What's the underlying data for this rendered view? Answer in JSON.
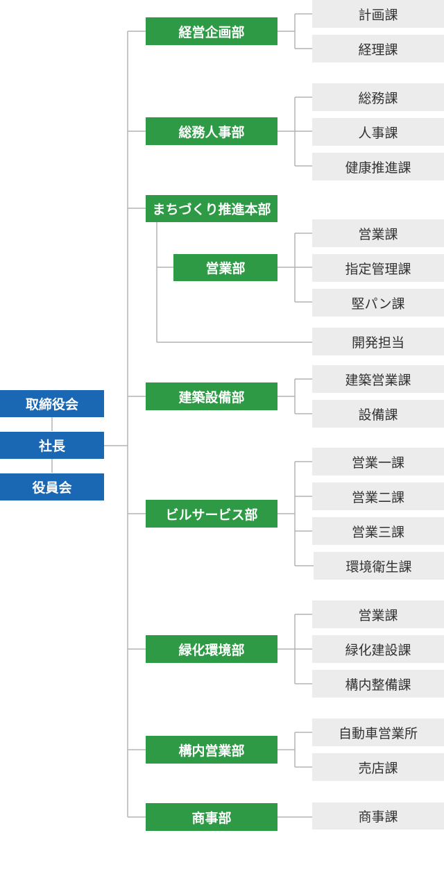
{
  "colors": {
    "executive": "#1a67b4",
    "department": "#2e9a46",
    "section": "#ececec",
    "line": "#b3b3b3"
  },
  "executive": {
    "board": "取締役会",
    "president": "社長",
    "officers": "役員会"
  },
  "departments": [
    {
      "name": "経営企画部",
      "sections": [
        "計画課",
        "経理課"
      ]
    },
    {
      "name": "総務人事部",
      "sections": [
        "総務課",
        "人事課",
        "健康推進課"
      ]
    },
    {
      "name": "まちづくり推進本部",
      "sub_department": {
        "name": "営業部",
        "sections": [
          "営業課",
          "指定管理課",
          "堅パン課"
        ]
      },
      "direct_section": "開発担当"
    },
    {
      "name": "建築設備部",
      "sections": [
        "建築営業課",
        "設備課"
      ]
    },
    {
      "name": "ビルサービス部",
      "sections": [
        "営業一課",
        "営業二課",
        "営業三課",
        "環境衛生課"
      ]
    },
    {
      "name": "緑化環境部",
      "sections": [
        "営業課",
        "緑化建設課",
        "構内整備課"
      ]
    },
    {
      "name": "構内営業部",
      "sections": [
        "自動車営業所",
        "売店課"
      ]
    },
    {
      "name": "商事部",
      "sections": [
        "商事課"
      ]
    }
  ]
}
